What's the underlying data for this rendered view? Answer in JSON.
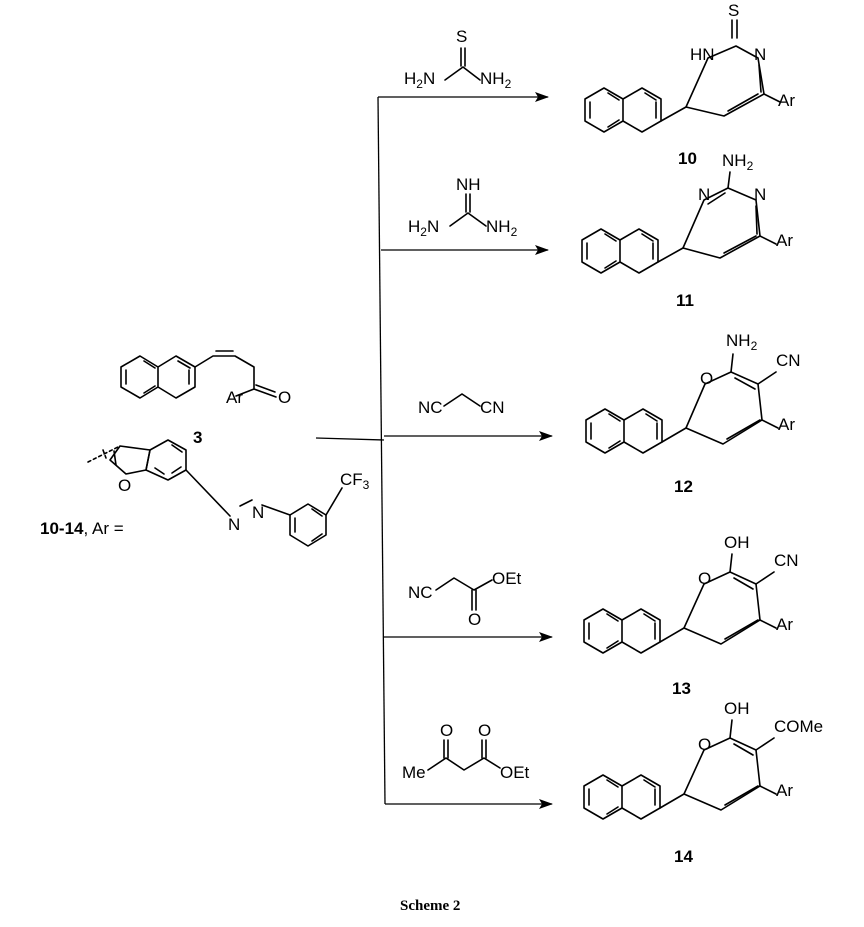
{
  "starting_material": {
    "number": "3",
    "aryl_label": "Ar",
    "oxygen_label": "O"
  },
  "ar_definition": {
    "compounds": "10-14",
    "suffix": ", Ar =",
    "ring_oxygen": "O",
    "azo_n1": "N",
    "azo_n2": "N",
    "cf3_main": "CF",
    "cf3_sub": "3"
  },
  "reactions": [
    {
      "reagent": "thiourea",
      "product_number": "10",
      "labels": {
        "s": "S",
        "hn": "HN",
        "n": "N",
        "ar": "Ar",
        "h2n_main": "H",
        "h2n_sub": "2",
        "h2n_n": "N",
        "nh2_n": "NH",
        "nh2_sub": "2"
      }
    },
    {
      "reagent": "guanidine",
      "product_number": "11",
      "labels": {
        "nh": "NH",
        "nh2_top": "NH",
        "nh2_top_sub": "2",
        "n_left": "N",
        "n_right": "N",
        "ar": "Ar",
        "h2n_main": "H",
        "h2n_sub": "2",
        "h2n_n": "N",
        "nh2_n": "NH",
        "nh2_sub": "2"
      }
    },
    {
      "reagent": "malononitrile",
      "product_number": "12",
      "labels": {
        "nc": "NC",
        "cn": "CN",
        "nh2_top": "NH",
        "nh2_top_sub": "2",
        "o": "O",
        "cn_sub": "CN",
        "ar": "Ar"
      }
    },
    {
      "reagent": "ethyl cyanoacetate",
      "product_number": "13",
      "labels": {
        "nc": "NC",
        "oet": "OEt",
        "o": "O",
        "oh": "OH",
        "ring_o": "O",
        "cn": "CN",
        "ar": "Ar"
      }
    },
    {
      "reagent": "ethyl acetoacetate",
      "product_number": "14",
      "labels": {
        "o1": "O",
        "o2": "O",
        "me": "Me",
        "oet": "OEt",
        "oh": "OH",
        "ring_o": "O",
        "come": "COMe",
        "ar": "Ar"
      }
    }
  ],
  "caption": "Scheme 2"
}
